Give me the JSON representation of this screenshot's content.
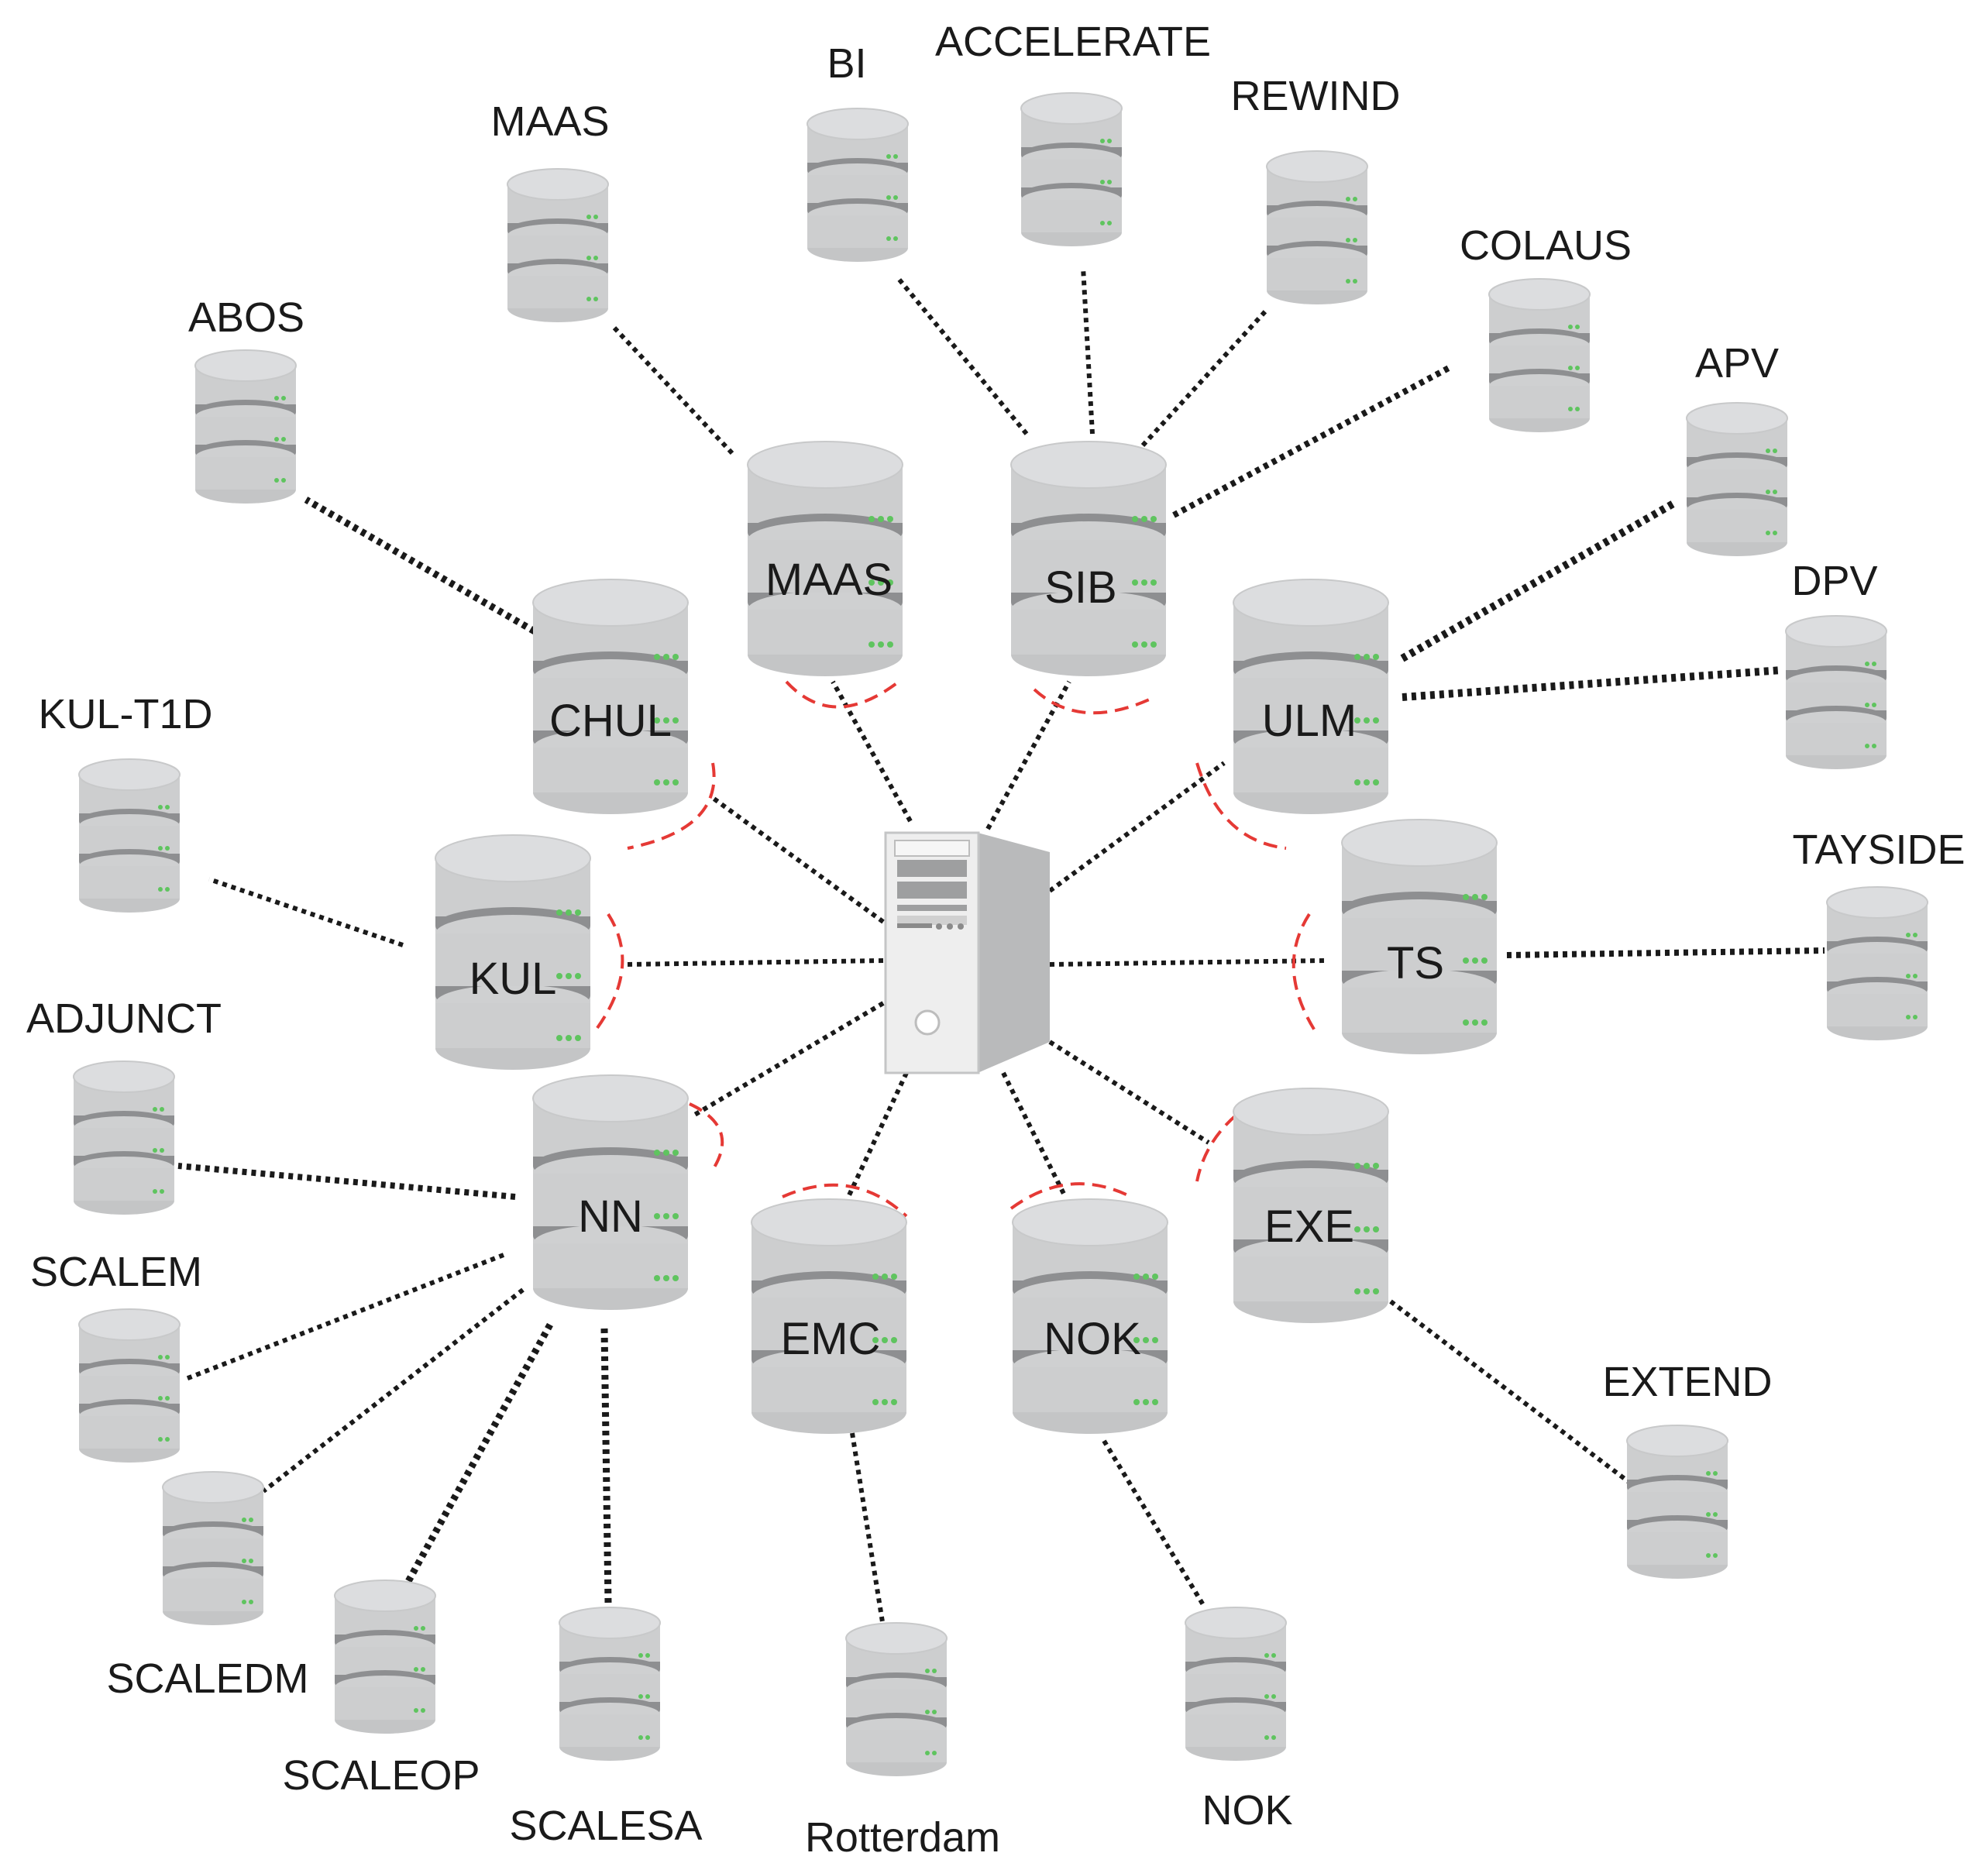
{
  "hubs": [
    {
      "id": "maas",
      "label": "MAAS"
    },
    {
      "id": "sib",
      "label": "SIB"
    },
    {
      "id": "chul",
      "label": "CHUL"
    },
    {
      "id": "ulm",
      "label": "ULM"
    },
    {
      "id": "kul",
      "label": "KUL"
    },
    {
      "id": "ts",
      "label": "TS"
    },
    {
      "id": "nn",
      "label": "NN"
    },
    {
      "id": "exe",
      "label": "EXE"
    },
    {
      "id": "emc",
      "label": "EMC"
    },
    {
      "id": "nok",
      "label": "NOK"
    }
  ],
  "outer": [
    {
      "id": "bi",
      "label": "BI",
      "hub": "sib"
    },
    {
      "id": "accelerate",
      "label": "ACCELERATE",
      "hub": "sib"
    },
    {
      "id": "rewind",
      "label": "REWIND",
      "hub": "sib"
    },
    {
      "id": "colaus",
      "label": "COLAUS",
      "hub": "sib"
    },
    {
      "id": "maas-outer",
      "label": "MAAS",
      "hub": "maas"
    },
    {
      "id": "abos",
      "label": "ABOS",
      "hub": "chul"
    },
    {
      "id": "apv",
      "label": "APV",
      "hub": "ulm"
    },
    {
      "id": "dpv",
      "label": "DPV",
      "hub": "ulm"
    },
    {
      "id": "kul-t1d",
      "label": "KUL-T1D",
      "hub": "kul"
    },
    {
      "id": "tayside",
      "label": "TAYSIDE",
      "hub": "ts"
    },
    {
      "id": "adjunct",
      "label": "ADJUNCT",
      "hub": "nn"
    },
    {
      "id": "scalem",
      "label": "SCALEM",
      "hub": "nn"
    },
    {
      "id": "scaledm",
      "label": "SCALEDM",
      "hub": "nn"
    },
    {
      "id": "scaleop",
      "label": "SCALEOP",
      "hub": "nn"
    },
    {
      "id": "scalesa",
      "label": "SCALESA",
      "hub": "nn"
    },
    {
      "id": "rotterdam",
      "label": "Rotterdam",
      "hub": "emc"
    },
    {
      "id": "nok-outer",
      "label": "NOK",
      "hub": "nok"
    },
    {
      "id": "extend",
      "label": "EXTEND",
      "hub": "exe"
    }
  ],
  "colors": {
    "cylinder_body": "#cdcecf",
    "cylinder_top": "#dcdddf",
    "cylinder_band": "#8e8f91",
    "status_led": "#5fc45f",
    "link": "#1a1a1a",
    "arc": "#e53935",
    "server_front": "#eeeeee",
    "server_side": "#b9babb"
  },
  "icons": {
    "center": "server-tower-icon",
    "node": "database-icon"
  }
}
